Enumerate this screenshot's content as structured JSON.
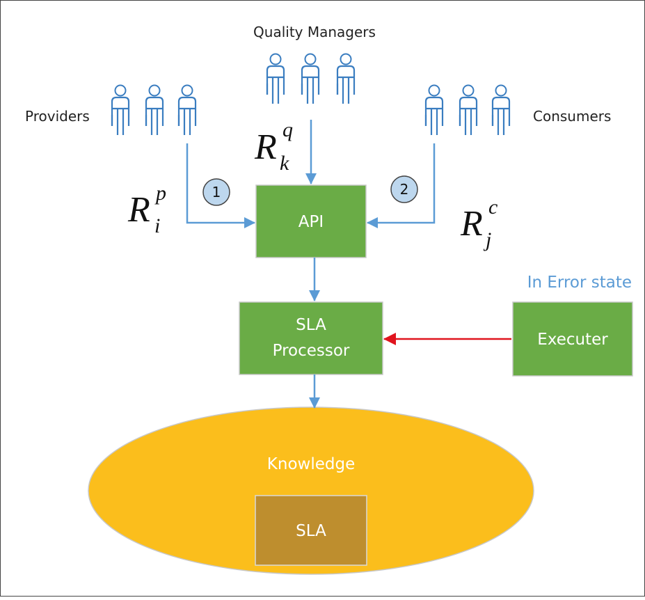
{
  "groups": {
    "providers": "Providers",
    "quality_managers": "Quality Managers",
    "consumers": "Consumers"
  },
  "boxes": {
    "api": "API",
    "sla_processor_line1": "SLA",
    "sla_processor_line2": "Processor",
    "executer": "Executer",
    "knowledge": "Knowledge",
    "sla": "SLA"
  },
  "status": {
    "executer_state": "In Error state"
  },
  "steps": {
    "step1": "1",
    "step2": "2"
  },
  "math": {
    "rp_base": "R",
    "rp_sup": "p",
    "rp_sub": "i",
    "rq_base": "R",
    "rq_sup": "q",
    "rq_sub": "k",
    "rc_base": "R",
    "rc_sup": "c",
    "rc_sub": "j"
  },
  "colors": {
    "box_green": "#6AAC46",
    "box_border": "#C8C8C8",
    "arrow_blue": "#5B9BD5",
    "arrow_red": "#E0141E",
    "ellipse_fill": "#FBBE1C",
    "sla_box_fill": "#BE8E2E",
    "person_stroke": "#3A7DC0",
    "circle_fill": "#BDD7EE"
  },
  "icons": {
    "person": "person-icon"
  }
}
